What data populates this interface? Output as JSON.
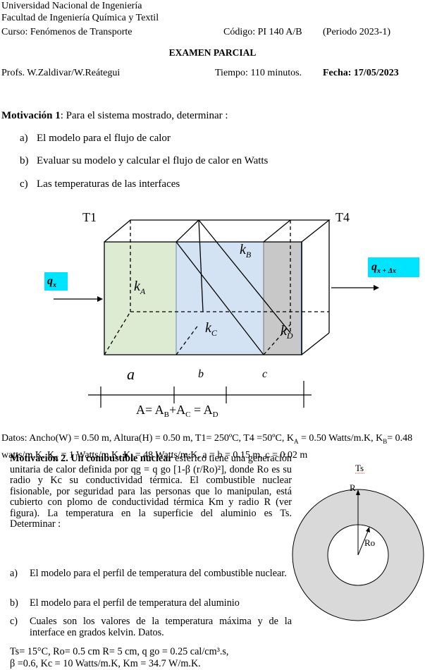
{
  "header": {
    "university": "Universidad Nacional de Ingeniería",
    "faculty": "Facultad de Ingeniería Química y Textil",
    "course": "Curso: Fenómenos de Transporte",
    "code": "Código: PI 140 A/B",
    "period": "(Periodo 2023-1)",
    "exam_title": "EXAMEN PARCIAL",
    "professors": "Profs. W.Zaldivar/W.Reátegui",
    "time": "Tiempo: 110 minutos.",
    "date": "Fecha: 17/05/2023"
  },
  "motivacion1": {
    "label": "Motivación 1",
    "intro": ": Para el sistema mostrado, determinar :",
    "items": [
      {
        "letter": "a)",
        "text": "El modelo para el flujo de calor"
      },
      {
        "letter": "b)",
        "text": "Evaluar su modelo y calcular el flujo de calor en Watts"
      },
      {
        "letter": "c)",
        "text": "Las temperaturas de las interfaces"
      }
    ],
    "figure": {
      "t1": "T1",
      "t4": "T4",
      "qx": "q",
      "qx_sub": "x",
      "qxdx": "q",
      "qxdx_sub": "x + Δx",
      "kA": "k",
      "kA_sub": "A",
      "kB": "k",
      "kB_sub": "B",
      "kC": "k",
      "kC_sub": "C",
      "kD": "k",
      "kD_sub": "D",
      "a": "a",
      "b": "b",
      "c": "c",
      "area_eq": "A= A",
      "area_eq_B": "B",
      "area_eq_plus": "+A",
      "area_eq_C": "C",
      "area_eq_eq": " = A",
      "area_eq_D": "D",
      "colors": {
        "slabA": "#dcebd2",
        "slabBC": "#d3e3f3",
        "slabD": "#c8c8c8",
        "tag": "#00e5ff"
      }
    },
    "datos_line1": "Datos: Ancho(W) = 0.50 m, Altura(H) = 0.50 m, T1= 250ºC, T4 =50ºC, K",
    "datos_ka_sub": "A",
    "datos_line1_end": " = 0.50 Watts/m.K,",
    "datos_kb": "K",
    "datos_kb_sub": "B",
    "datos_kb_val": "= 0.48 watts/m.K, K",
    "datos_kc_sub": "C",
    "datos_kc_val": " = 1 Watts/m.K, K",
    "datos_kd_sub": "D",
    "datos_kd_val": "= 48 Watts/m.K, a = b = 0.15 m, c = 0.02 m"
  },
  "motivacion2": {
    "label": "Motivación 2. Un combustible nuclear",
    "text": "esférico tiene una generación unitaria de calor definida por qg = q go [1-β (r/Ro)²], donde Ro es su radio y Kc su conductividad térmica. El combustible nuclear fisionable, por seguridad para las personas que lo manipulan, está cubierto con plomo de conductividad térmica Km y radio R (ver figura). La temperatura en la superficie del aluminio es Ts. Determinar :",
    "items": [
      {
        "letter": "a)",
        "text": "El modelo para el perfil de temperatura del combustible nuclear."
      },
      {
        "letter": "b)",
        "text": "El modelo para el perfil de temperatura del aluminio"
      },
      {
        "letter": "c)",
        "text": "Cuales son los valores de la temperatura máxima y de la interface en grados kelvin. Datos."
      }
    ],
    "datos_a": "Ts= 15°C, Ro= 0.5 cm R= 5 cm,      q go = 0.25   cal/cm³.s,",
    "datos_b": "β =0.6,  Kc = 10 Watts/m.K,    Km = 34.7 W/m.K.",
    "figure": {
      "ts": "Ts",
      "r": "R",
      "ro": "Ro",
      "ring_color": "#d9d9d9"
    }
  }
}
